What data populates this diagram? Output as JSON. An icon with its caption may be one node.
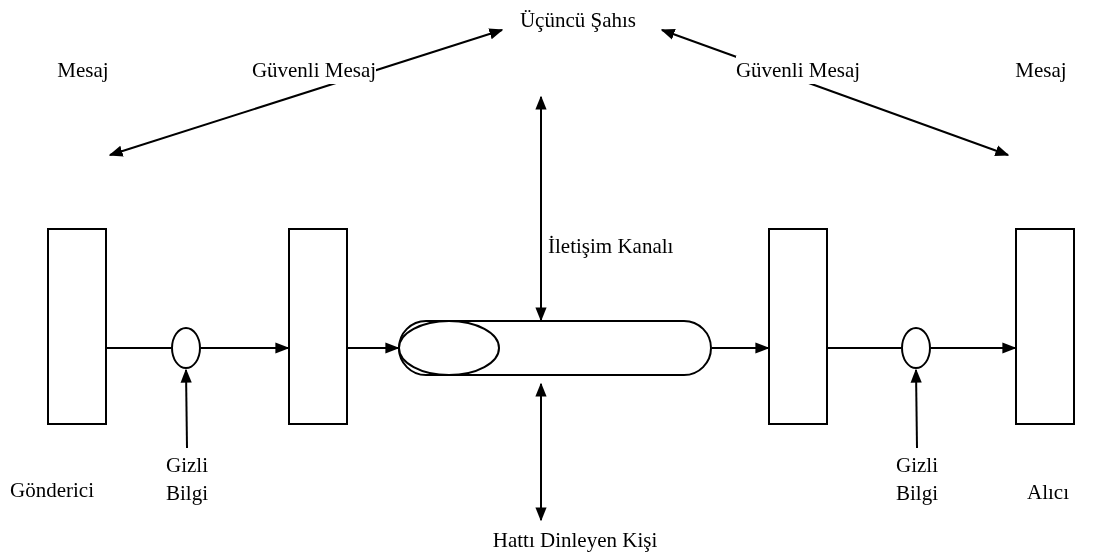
{
  "diagram": {
    "nodes": [
      {
        "text": [
          "Üçüncü Şahıs"
        ]
      },
      {
        "text": [
          "Mesaj"
        ]
      },
      {
        "text": [],
        "shape": "box"
      },
      {
        "text": [],
        "shape": "circle"
      },
      {
        "text": [
          "Gizli Bilgi"
        ]
      },
      {
        "text": [],
        "shape": "box"
      },
      {
        "text": [
          "İletişim Kanalı"
        ]
      },
      {
        "text": [
          "Hattı Dinleyen Kişi"
        ]
      },
      {
        "text": [],
        "shape": "box"
      },
      {
        "text": [],
        "shape": "circle"
      },
      {
        "text": [
          "Gizli Bilgi"
        ]
      },
      {
        "text": [
          "Mesaj"
        ]
      },
      {
        "text": [],
        "shape": "box"
      }
    ],
    "edges": [
      {
        "from": 0,
        "to": 1,
        "arrow": "both"
      },
      {
        "from": 0,
        "to": 11,
        "arrow": "both"
      },
      {
        "from": null,
        "to": 6,
        "arrow": "both"
      },
      {
        "from": 7,
        "to": 6,
        "arrow": "both"
      },
      {
        "from": 2,
        "to": 3,
        "arrow": "none"
      },
      {
        "from": 3,
        "to": 5,
        "arrow": "to"
      },
      {
        "from": 4,
        "to": 3,
        "arrow": "to"
      },
      {
        "from": 5,
        "to": 6,
        "arrow": "to"
      },
      {
        "from": 6,
        "to": 8,
        "arrow": "to"
      },
      {
        "from": 8,
        "to": 9,
        "arrow": "none"
      },
      {
        "from": 9,
        "to": 12,
        "arrow": "to"
      },
      {
        "from": 10,
        "to": 9,
        "arrow": "to"
      }
    ],
    "labels": [
      "Güvenli Mesaj",
      "Güvenli Mesaj",
      "Gönderici",
      "Alıcı"
    ]
  }
}
